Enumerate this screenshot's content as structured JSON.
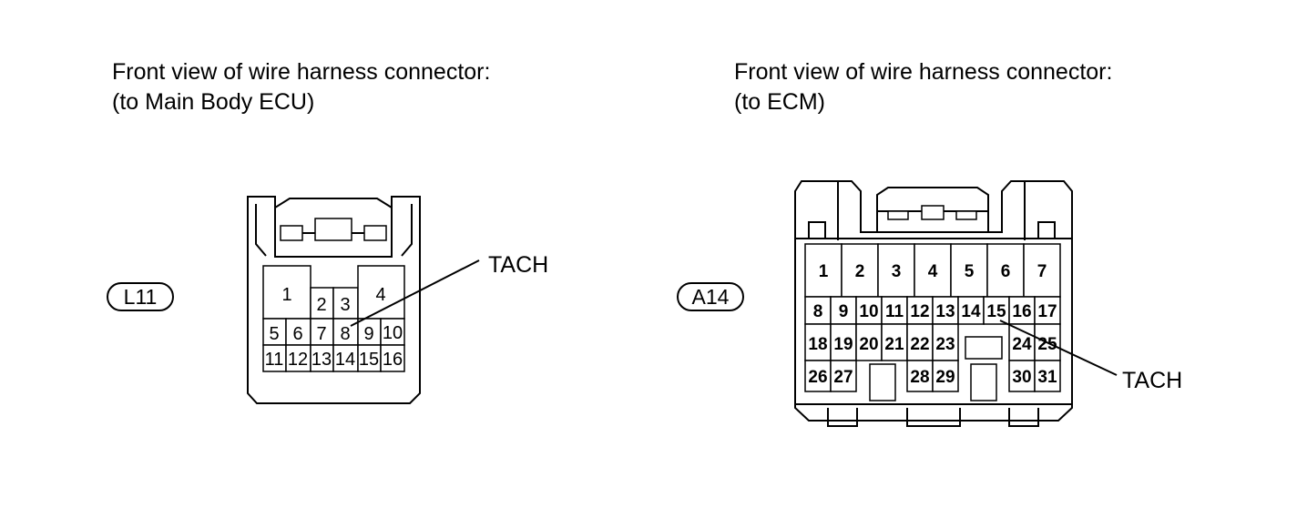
{
  "left": {
    "heading_line1": "Front view of wire harness connector:",
    "heading_line2": "(to Main Body ECU)",
    "connector_code": "L11",
    "callout": "TACH",
    "pins": [
      "1",
      "2",
      "3",
      "4",
      "5",
      "6",
      "7",
      "8",
      "9",
      "10",
      "11",
      "12",
      "13",
      "14",
      "15",
      "16"
    ]
  },
  "right": {
    "heading_line1": "Front view of wire harness connector:",
    "heading_line2": "(to ECM)",
    "connector_code": "A14",
    "callout": "TACH",
    "pins": [
      "1",
      "2",
      "3",
      "4",
      "5",
      "6",
      "7",
      "8",
      "9",
      "10",
      "11",
      "12",
      "13",
      "14",
      "15",
      "16",
      "17",
      "18",
      "19",
      "20",
      "21",
      "22",
      "23",
      "24",
      "25",
      "26",
      "27",
      "28",
      "29",
      "30",
      "31"
    ]
  }
}
